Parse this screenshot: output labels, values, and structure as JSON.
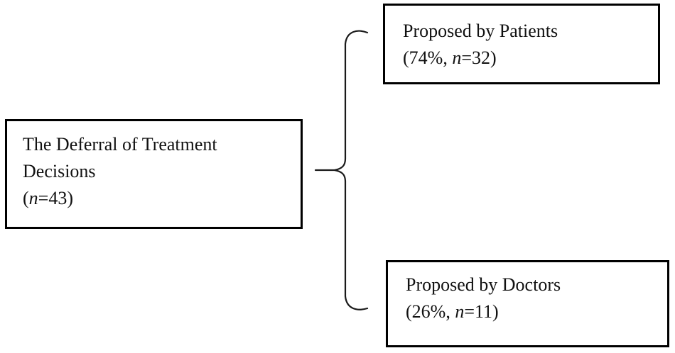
{
  "figure": {
    "boxes": {
      "root": {
        "title_lines": [
          "The Deferral of Treatment",
          "Decisions"
        ],
        "stat_pre": "(",
        "stat_n": "n",
        "stat_post": "=43)"
      },
      "patients": {
        "title_lines": [
          "Proposed by Patients"
        ],
        "stat_pre": "(74%, ",
        "stat_n": "n",
        "stat_post": "=32)"
      },
      "doctors": {
        "title_lines": [
          "Proposed by Doctors"
        ],
        "stat_pre": "(26%, ",
        "stat_n": "n",
        "stat_post": "=11)"
      }
    },
    "connector": {
      "type": "curly-brace",
      "glyph": "{"
    },
    "colors": {
      "border": "#000000",
      "text": "#111111",
      "line": "#1a1a1a",
      "background": "#ffffff"
    }
  }
}
